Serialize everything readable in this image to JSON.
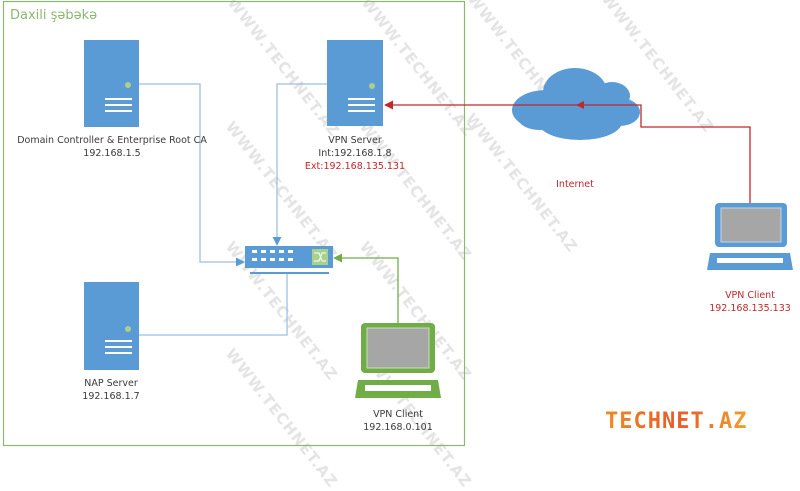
{
  "zone": {
    "title": "Daxili şəbəkə"
  },
  "watermark": "WWW.TECHNET.AZ",
  "nodes": {
    "dc": {
      "name": "Domain Controller & Enterprise Root CA",
      "ip": "192.168.1.5"
    },
    "vpn_server": {
      "name": "VPN Server",
      "int_ip": "Int:192.168.1.8",
      "ext_ip": "Ext:192.168.135.131"
    },
    "nap": {
      "name": "NAP Server",
      "ip": "192.168.1.7"
    },
    "internal_client": {
      "name": "VPN Client",
      "ip": "192.168.0.101"
    },
    "internet": {
      "name": "Internet"
    },
    "external_client": {
      "name": "VPN Client",
      "ip": "192.168.135.133"
    }
  },
  "logo": {
    "text": "TECHNET.AZ"
  },
  "colors": {
    "zone_border": "#8ab870",
    "server": "#5b9bd5",
    "internal_link": "#9dbfe0",
    "external_link": "#c0282d",
    "client_link": "#70ad47",
    "laptop_internal": "#70ad47",
    "laptop_external": "#5b9bd5",
    "screen": "#a6a6a6"
  }
}
